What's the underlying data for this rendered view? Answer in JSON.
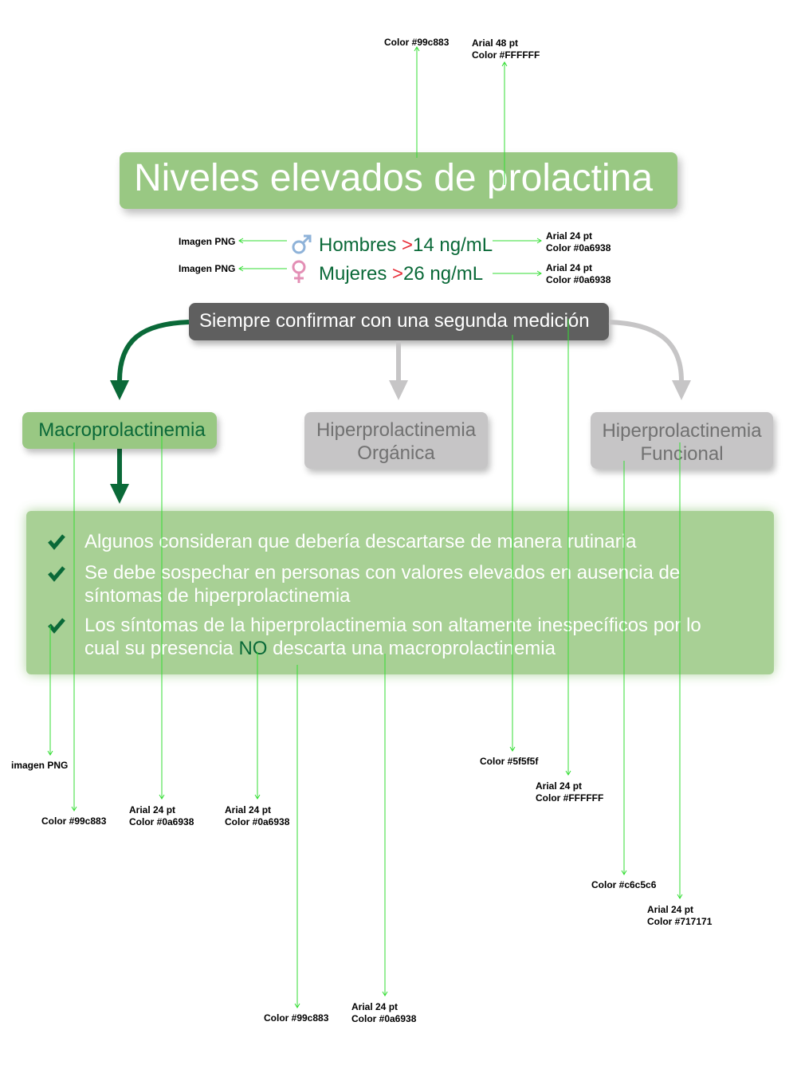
{
  "title": "Niveles elevados de prolactina",
  "levels": {
    "men": {
      "label": "Hombres ",
      "gt": ">",
      "value": "14 ng/mL",
      "icon": "male-symbol-icon",
      "icon_color": "#8fb3d9"
    },
    "women": {
      "label": "Mujeres ",
      "gt": ">",
      "value": "26 ng/mL",
      "icon": "female-symbol-icon",
      "icon_color": "#e38fb5"
    }
  },
  "confirm": "Siempre  confirmar con una segunda medición",
  "categories": [
    {
      "line1": "Macroprolactinemia",
      "line2": ""
    },
    {
      "line1": "Hiperprolactinemia",
      "line2": "Orgánica"
    },
    {
      "line1": "Hiperprolactinemia",
      "line2": "Funcional"
    }
  ],
  "bullets": {
    "b1": "Algunos consideran que debería descartarse de manera rutinaria",
    "b2_line1": "Se debe sospechar en personas con valores elevados en ausencia de",
    "b2_line2": "síntomas de hiperprolactinemia",
    "b3_line1": "Los síntomas de la hiperprolactinemia son altamente inespecíficos por lo",
    "b3_line2_pre": "cual su presencia ",
    "b3_line2_no": "NO",
    "b3_line2_post": " descarta una macroprolactinemia"
  },
  "annotations": {
    "title_color": "Color #99c883",
    "title_font": "Arial 48 pt",
    "title_font_color": "Color #FFFFFF",
    "men_icon": "Imagen PNG",
    "women_icon": "Imagen PNG",
    "men_font": "Arial 24 pt",
    "men_color": "Color #0a6938",
    "women_font": "Arial 24 pt",
    "women_color": "Color #0a6938",
    "check_icon": "imagen PNG",
    "macro_color": "Color #99c883",
    "macro_font": "Arial 24 pt",
    "macro_font_color": "Color #0a6938",
    "no_font": "Arial 24 pt",
    "no_color": "Color #0a6938",
    "confirm_color": "Color #5f5f5f",
    "confirm_font": "Arial 24 pt",
    "confirm_font_color": "Color #FFFFFF",
    "gray_color": "Color #c6c5c6",
    "gray_font": "Arial 24 pt",
    "gray_font_color": "Color #717171",
    "box_color": "Color #99c883",
    "box_font": "Arial 24 pt",
    "box_font_color": "Color #0a6938"
  },
  "colors": {
    "light_green": "#99c883",
    "dark_green": "#0a6938",
    "gray_dark": "#5f5f5f",
    "gray_light": "#c6c5c6",
    "gray_text": "#717171",
    "white": "#FFFFFF",
    "annotation_line": "#33dd33"
  }
}
